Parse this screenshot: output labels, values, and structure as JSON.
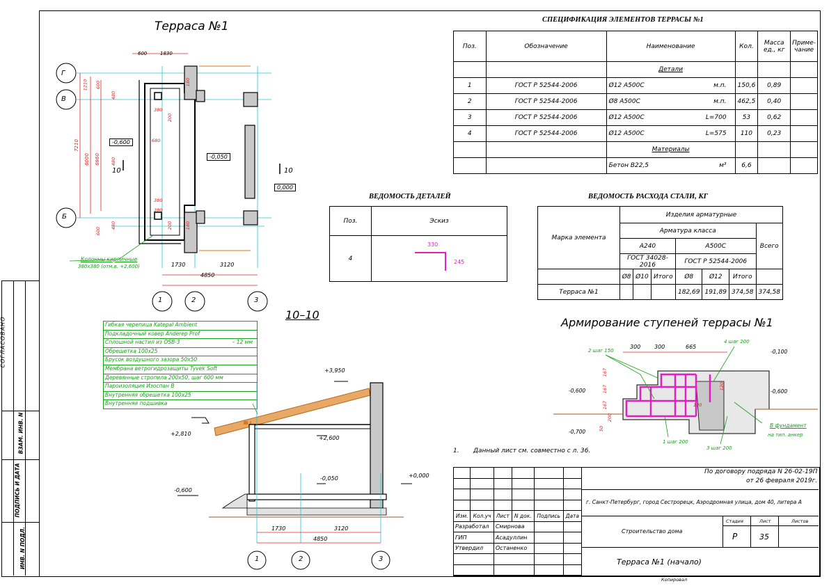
{
  "plan": {
    "title": "Терраса №1",
    "axes": [
      "Г",
      "В",
      "Б",
      "1",
      "2",
      "3"
    ],
    "dims_top": [
      "600",
      "1830"
    ],
    "dims_left": [
      "7210",
      "6000",
      "6960",
      "1210",
      "600",
      "480",
      "600",
      "480"
    ],
    "dims_inner": [
      "380",
      "380",
      "680",
      "200",
      "380",
      "480",
      "200",
      "180",
      "180"
    ],
    "level_left": "-0,600",
    "level_center": "-0,050",
    "level_right": "0,000",
    "section_mark": "10",
    "dims_bottom": [
      "1730",
      "3120",
      "4850"
    ],
    "column_note_1": "Колонны кирпичные",
    "column_note_2": "380х380 (отм.в. +2,600)"
  },
  "section": {
    "title": "10–10",
    "legend": [
      "Гибкая черепица Katepal Ambient",
      "Подкладочный ковер Anderep Prof",
      "Сплошной настил из OSB-3",
      "Обрешетка 100х25",
      "Брусок воздушного зазора 50х50",
      "Мембрана ветрогидрозащиты Tyvek Soft",
      "Деревянные стропила 200х50, шаг 600 мм",
      "Пароизоляция Изоспан В",
      "Внутренняя обрешетка 100х25",
      "Внутренняя подшивка"
    ],
    "legend_suffix": "– 12 мм",
    "levels": [
      "+3,950",
      "+2,810",
      "+2,600",
      "-0,050",
      "+0,000",
      "-0,600"
    ],
    "dims_bottom": [
      "1730",
      "3120",
      "4850"
    ],
    "axes": [
      "1",
      "2",
      "3"
    ]
  },
  "spec": {
    "title": "СПЕЦИФИКАЦИЯ ЭЛЕМЕНТОВ ТЕРРАСЫ №1",
    "headers": [
      "Поз.",
      "Обозначение",
      "Наименование",
      "Кол.",
      "Масса ед., кг",
      "Приме-чание"
    ],
    "section_details": "Детали",
    "rows": [
      {
        "pos": "1",
        "doc": "ГОСТ Р 52544-2006",
        "name": "Ø12 А500С",
        "unit": "м.п.",
        "qty": "150,6",
        "mass": "0,89"
      },
      {
        "pos": "2",
        "doc": "ГОСТ Р 52544-2006",
        "name": "Ø8 А500С",
        "unit": "м.п.",
        "qty": "462,5",
        "mass": "0,40"
      },
      {
        "pos": "3",
        "doc": "ГОСТ Р 52544-2006",
        "name": "Ø12 А500С",
        "unit": "L=700",
        "qty": "53",
        "mass": "0,62"
      },
      {
        "pos": "4",
        "doc": "ГОСТ Р 52544-2006",
        "name": "Ø12 А500С",
        "unit": "L=575",
        "qty": "110",
        "mass": "0,23"
      }
    ],
    "section_materials": "Материалы",
    "material": {
      "name": "Бетон В22,5",
      "unit": "м³",
      "qty": "6,6"
    }
  },
  "details": {
    "title": "ВЕДОМОСТЬ ДЕТАЛЕЙ",
    "headers": [
      "Поз.",
      "Эскиз"
    ],
    "pos": "4",
    "dim_a": "330",
    "dim_b": "245"
  },
  "steel": {
    "title": "ВЕДОМОСТЬ РАСХОДА СТАЛИ, КГ",
    "h_item": "Изделия арматурные",
    "h_class": "Арматура класса",
    "h_mark": "Марка элемента",
    "h_a240": "А240",
    "h_a500": "А500С",
    "h_total": "Всего",
    "h_gost1": "ГОСТ 34028-2016",
    "h_gost2": "ГОСТ Р 52544-2006",
    "sub": [
      "Ø8",
      "Ø10",
      "Итого",
      "Ø8",
      "Ø12",
      "Итого"
    ],
    "row": {
      "mark": "Терраса №1",
      "v1": "",
      "v2": "",
      "v3": "",
      "v4": "182,69",
      "v5": "191,89",
      "v6": "374,58",
      "total": "374,58"
    }
  },
  "steps": {
    "title": "Армирование ступеней террасы №1",
    "dims_top": [
      "300",
      "300",
      "665"
    ],
    "levels": [
      "-0,100",
      "-0,600",
      "-0,600",
      "-0,700"
    ],
    "marks": [
      "2 шаг 150",
      "4 шаг 200",
      "1 шаг 200",
      "3 шаг 200"
    ],
    "dims_side": [
      "167",
      "167",
      "167",
      "120",
      "50",
      "200",
      "120"
    ],
    "note_green_1": "В фундамент",
    "note_green_2": "на тип. анкер"
  },
  "note": {
    "num": "1.",
    "text": "Данный лист см. совместно с л. 36."
  },
  "stamp": {
    "contract_1": "По договору подряда N 26-02-19П",
    "contract_2": "от 26 февраля 2019г.",
    "address": "г. Санкт-Петербург, город Сестрорецк, Аэродромная улица, дом 40, литера А",
    "headers": [
      "Изм.",
      "Кол.уч",
      "Лист",
      "N док.",
      "Подпись",
      "Дата"
    ],
    "roles": [
      {
        "role": "Разработал",
        "name": "Смирнова"
      },
      {
        "role": "ГИП",
        "name": "Асадуллин"
      },
      {
        "role": "Утвердил",
        "name": "Останенко"
      }
    ],
    "object": "Строительство дома",
    "sheet_title": "Терраса №1 (начало)",
    "stage_h": "Стадия",
    "sheet_h": "Лист",
    "sheets_h": "Листов",
    "stage": "Р",
    "sheet": "35",
    "copied": "Копировал"
  },
  "side_stamp": [
    "СОГЛАСОВАНО",
    "ВЗАМ. ИНВ. N",
    "ПОДПИСЬ И ДАТА",
    "ИНВ. N ПОДЛ."
  ]
}
